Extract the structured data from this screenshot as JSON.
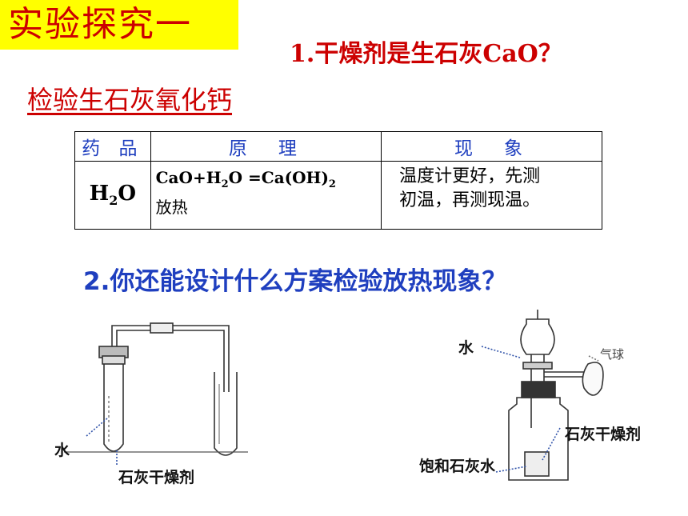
{
  "header": {
    "title": "实验探究一",
    "question1": "1.干燥剂是生石灰CaO？",
    "subtitle": "检验生石灰氧化钙"
  },
  "table": {
    "headers": [
      "药 品",
      "原　理",
      "现　象"
    ],
    "agent": "H",
    "agent_sub": "2",
    "agent_tail": "O",
    "principle_a": "CaO+H",
    "principle_sub1": "2",
    "principle_b": "O =Ca(OH)",
    "principle_sub2": "2",
    "principle_c": "放热",
    "phenomenon_line1": "温度计更好，先测",
    "phenomenon_line2": "初温，再测现温。"
  },
  "question2": "2.你还能设计什么方案检验放热现象？",
  "diagram_left": {
    "label_water": "水",
    "label_desiccant": "石灰干燥剂"
  },
  "diagram_right": {
    "label_water": "水",
    "label_balloon": "气球",
    "label_desiccant": "石灰干燥剂",
    "label_limewater": "饱和石灰水"
  },
  "colors": {
    "title_bg": "#ffff00",
    "title_text": "#cc0000",
    "blue_text": "#1f3fbf"
  }
}
